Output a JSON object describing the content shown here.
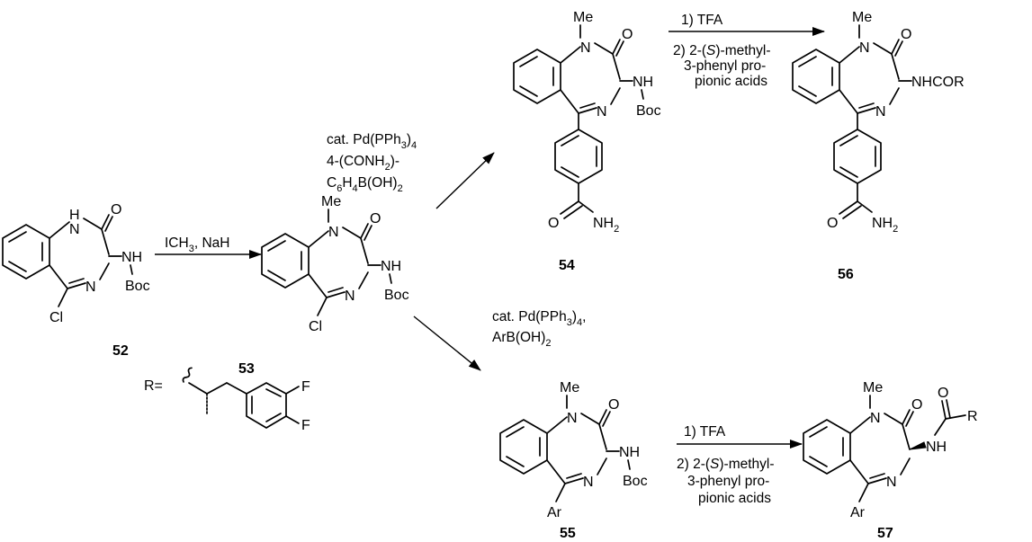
{
  "atoms": {
    "me": "Me",
    "o": "O",
    "n": "N",
    "nh": "NH",
    "h": "H",
    "boc": "Boc",
    "cl": "Cl",
    "ar": "Ar",
    "nh2": "NH",
    "nh2_sub": "2",
    "nhcor": "NHCOR",
    "r": "R",
    "r_eq": "R=",
    "f": "F"
  },
  "compounds": {
    "c52": "52",
    "c53": "53",
    "c54": "54",
    "c55": "55",
    "c56": "56",
    "c57": "57"
  },
  "reagents": {
    "methylation": "ICH3, NaH",
    "methylation_main": "ICH",
    "methylation_sub": "3",
    "methylation_tail": ", NaH",
    "suzuki_top_1_main": "cat. Pd(PPh",
    "suzuki_top_1_sub": "3",
    "suzuki_top_1_tail": ")",
    "suzuki_top_1_sub2": "4",
    "suzuki_top_2_main": "4-(CONH",
    "suzuki_top_2_sub": "2",
    "suzuki_top_2_tail": ")-",
    "suzuki_top_3_main": "C",
    "suzuki_top_3_sub": "6",
    "suzuki_top_3_mid": "H",
    "suzuki_top_3_sub2": "4",
    "suzuki_top_3_tail": "B(OH)",
    "suzuki_top_3_sub3": "2",
    "suzuki_bot_1_main": "cat. Pd(PPh",
    "suzuki_bot_1_sub": "3",
    "suzuki_bot_1_tail": ")",
    "suzuki_bot_1_sub2": "4",
    "suzuki_bot_1_end": ",",
    "suzuki_bot_2_main": "ArB(OH)",
    "suzuki_bot_2_sub": "2",
    "step1": "1) TFA",
    "step2_a": "2) 2-(",
    "step2_s": "S",
    "step2_b": ")-methyl-",
    "step2_line2": "3-phenyl pro-",
    "step2_line3": "pionic acids"
  }
}
